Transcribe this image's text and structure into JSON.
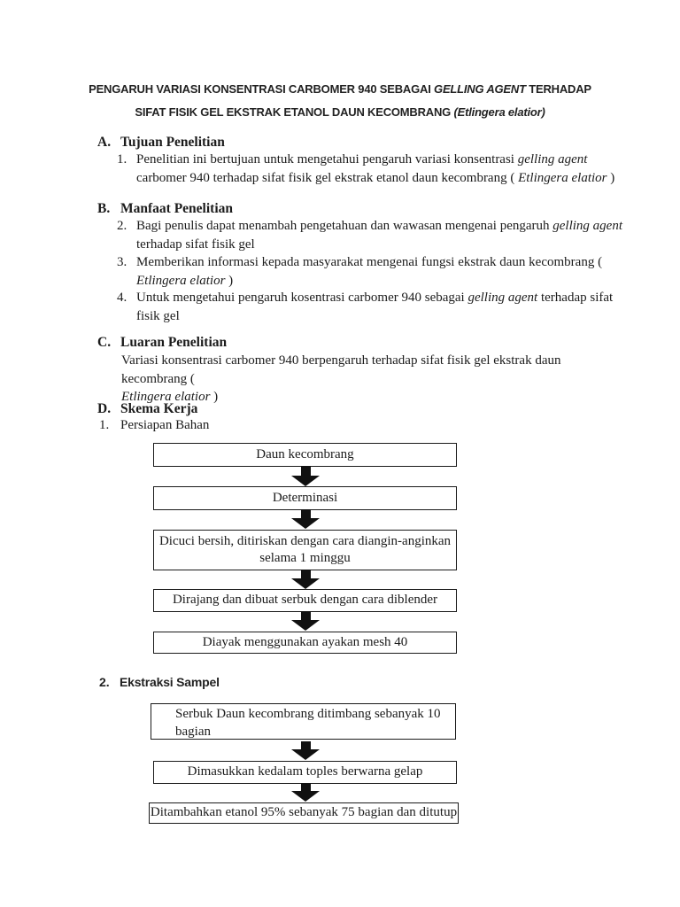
{
  "title": {
    "runs": [
      {
        "t": "PENGARUH VARIASI KONSENTRASI CARBOMER 940 SEBAGAI "
      },
      {
        "t": "GELLING AGENT",
        "i": true
      },
      {
        "t": " TERHADAP\nSIFAT FISIK GEL EKSTRAK ETANOL DAUN KECOMBRANG "
      },
      {
        "t": "(Etlingera elatior)",
        "i": true
      }
    ]
  },
  "sections": [
    {
      "letter": "A.",
      "heading": "Tujuan Penelitian",
      "items": [
        {
          "num": "1.",
          "runs": [
            {
              "t": "Penelitian ini bertujuan untuk mengetahui pengaruh variasi konsentrasi "
            },
            {
              "t": "gelling agent",
              "i": true
            },
            {
              "t": "\ncarbomer 940 terhadap sifat fisik gel ekstrak etanol daun kecombrang ( "
            },
            {
              "t": "Etlingera elatior",
              "i": true
            },
            {
              "t": " )"
            }
          ]
        }
      ]
    },
    {
      "letter": "B.",
      "heading": "Manfaat Penelitian",
      "items": [
        {
          "num": "2.",
          "runs": [
            {
              "t": "Bagi penulis dapat menambah pengetahuan dan wawasan mengenai pengaruh "
            },
            {
              "t": "gelling agent",
              "i": true
            },
            {
              "t": "\nterhadap sifat fisik gel"
            }
          ]
        },
        {
          "num": "3.",
          "runs": [
            {
              "t": "Memberikan informasi kepada masyarakat mengenai fungsi ekstrak daun kecombrang  (\n"
            },
            {
              "t": "Etlingera elatior",
              "i": true
            },
            {
              "t": " )"
            }
          ]
        },
        {
          "num": "4.",
          "runs": [
            {
              "t": "Untuk mengetahui pengaruh kosentrasi carbomer 940 sebagai "
            },
            {
              "t": "gelling agent",
              "i": true
            },
            {
              "t": " terhadap sifat\nfisik gel"
            }
          ]
        }
      ]
    },
    {
      "letter": "C.",
      "heading": "Luaran Penelitian",
      "body_runs": [
        {
          "t": "Variasi konsentrasi carbomer 940 berpengaruh terhadap sifat fisik gel ekstrak daun kecombrang (\n"
        },
        {
          "t": "Etlingera elatior",
          "i": true
        },
        {
          "t": " )"
        }
      ]
    },
    {
      "letter": "D.",
      "heading": "Skema Kerja"
    }
  ],
  "persiapan": {
    "num": "1.",
    "label": "Persiapan Bahan"
  },
  "ekstraksi": {
    "num": "2.",
    "label": "Ekstraksi Sampel"
  },
  "flowchart1": {
    "boxes": [
      "Daun kecombrang",
      "Determinasi",
      "Dicuci bersih, ditiriskan dengan cara diangin-anginkan\nselama 1 minggu",
      "Dirajang dan dibuat serbuk dengan cara diblender",
      "Diayak menggunakan ayakan mesh 40"
    ]
  },
  "flowchart2": {
    "boxes": [
      "Serbuk Daun kecombrang ditimbang sebanyak 10\nbagian",
      "Dimasukkan kedalam toples berwarna gelap",
      "Ditambahkan etanol 95% sebanyak 75 bagian dan ditutup"
    ]
  }
}
